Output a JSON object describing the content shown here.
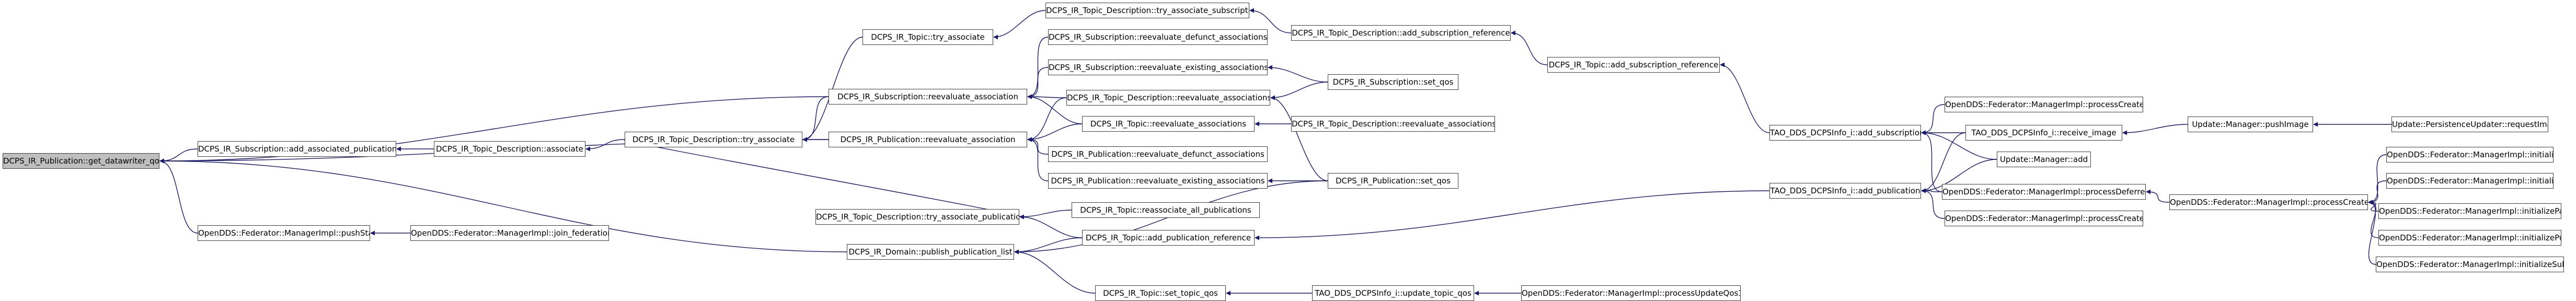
{
  "nodes": {
    "root": "DCPS_IR_Publication::get_datawriter_qos",
    "ir_domain_publish": "DCPS_IR_Domain::publish_publication_list",
    "ir_pub_reeval": "DCPS_IR_Publication::reevaluate_association",
    "ir_sub_reeval": "DCPS_IR_Subscription::reevaluate_association",
    "ir_sub_add_assoc": "DCPS_IR_Subscription::add_associated_publication",
    "fed_pushstate": "OpenDDS::Federator::ManagerImpl::pushState",
    "fed_join": "OpenDDS::Federator::ManagerImpl::join_federation",
    "td_associate": "DCPS_IR_Topic_Description::associate",
    "td_try_associate": "DCPS_IR_Topic_Description::try_associate",
    "td_try_associate_pub": "DCPS_IR_Topic_Description::try_associate_publication",
    "td_try_associate_sub": "DCPS_IR_Topic_Description::try_associate_subscription",
    "td_reeval_assoc": "DCPS_IR_Topic_Description::reevaluate_associations",
    "td_reeval_assoc2": "DCPS_IR_Topic_Description::reevaluate_associations",
    "td_add_sub_ref": "DCPS_IR_Topic_Description::add_subscription_reference",
    "topic_try_associate": "DCPS_IR_Topic::try_associate",
    "topic_reeval_assoc": "DCPS_IR_Topic::reevaluate_associations",
    "topic_reassoc_all": "DCPS_IR_Topic::reassociate_all_publications",
    "topic_add_pub_ref": "DCPS_IR_Topic::add_publication_reference",
    "topic_set_qos": "DCPS_IR_Topic::set_topic_qos",
    "topic_add_sub_ref": "DCPS_IR_Topic::add_subscription_reference",
    "sub_reeval_defunct": "DCPS_IR_Subscription::reevaluate_defunct_associations",
    "sub_reeval_existing": "DCPS_IR_Subscription::reevaluate_existing_associations",
    "sub_set_qos": "DCPS_IR_Subscription::set_qos",
    "pub_reeval_defunct": "DCPS_IR_Publication::reevaluate_defunct_associations",
    "pub_reeval_existing": "DCPS_IR_Publication::reevaluate_existing_associations",
    "pub_set_qos": "DCPS_IR_Publication::set_qos",
    "tao_update_topic_qos": "TAO_DDS_DCPSInfo_i::update_topic_qos",
    "fed_process_update_qos": "OpenDDS::Federator::ManagerImpl::processUpdateQos1",
    "tao_add_sub": "TAO_DDS_DCPSInfo_i::add_subscription",
    "tao_add_pub": "TAO_DDS_DCPSInfo_i::add_publication",
    "tao_receive_image": "TAO_DDS_DCPSInfo_i::receive_image",
    "update_manager_add": "Update::Manager::add",
    "fed_process_create_a": "OpenDDS::Federator::ManagerImpl::processCreate",
    "fed_process_create_b": "OpenDDS::Federator::ManagerImpl::processCreate",
    "fed_process_deferred": "OpenDDS::Federator::ManagerImpl::processDeferred",
    "fed_process_create_c": "OpenDDS::Federator::ManagerImpl::processCreate",
    "update_push_image": "Update::Manager::pushImage",
    "persistence_request": "Update::PersistenceUpdater::requestImage",
    "fed_init_topic": "OpenDDS::Federator::ManagerImpl::initializeTopic",
    "fed_init_owner": "OpenDDS::Federator::ManagerImpl::initializeOwner",
    "fed_init_participant": "OpenDDS::Federator::ManagerImpl::initializeParticipant",
    "fed_init_publication": "OpenDDS::Federator::ManagerImpl::initializePublication",
    "fed_init_subscription": "OpenDDS::Federator::ManagerImpl::initializeSubscription"
  },
  "colors": {
    "edge": "#191970",
    "node_border": "#3f3f3f",
    "root_fill": "#bfbfbf",
    "node_fill": "#ffffff"
  }
}
